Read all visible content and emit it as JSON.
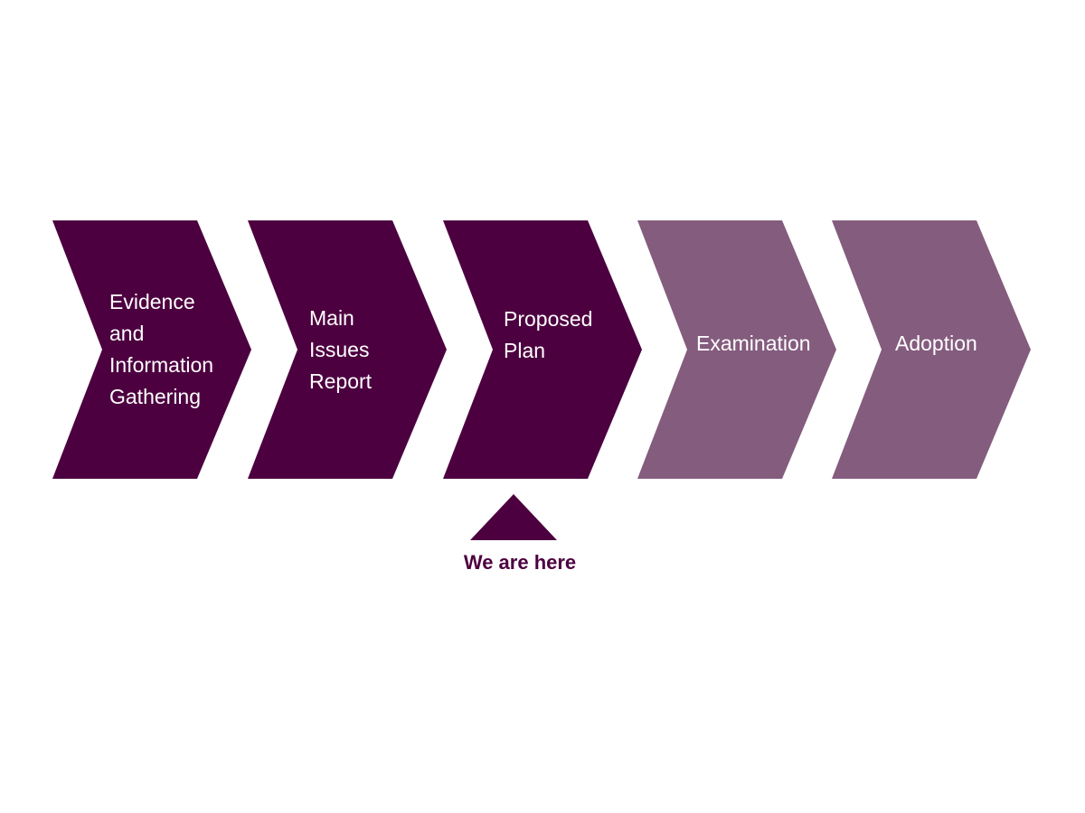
{
  "colors": {
    "completed": "#4d0040",
    "upcoming": "#845c7e",
    "marker": "#4d0040",
    "label": "#ffffff"
  },
  "stages": [
    {
      "lines": [
        "Evidence",
        "and",
        "Information",
        "Gathering"
      ],
      "status": "completed"
    },
    {
      "lines": [
        "Main",
        "Issues",
        "Report"
      ],
      "status": "completed"
    },
    {
      "lines": [
        "Proposed",
        "Plan"
      ],
      "status": "current"
    },
    {
      "lines": [
        "Examination"
      ],
      "status": "upcoming"
    },
    {
      "lines": [
        "Adoption"
      ],
      "status": "upcoming"
    }
  ],
  "marker": {
    "label": "We are here",
    "stage_index": 2
  }
}
